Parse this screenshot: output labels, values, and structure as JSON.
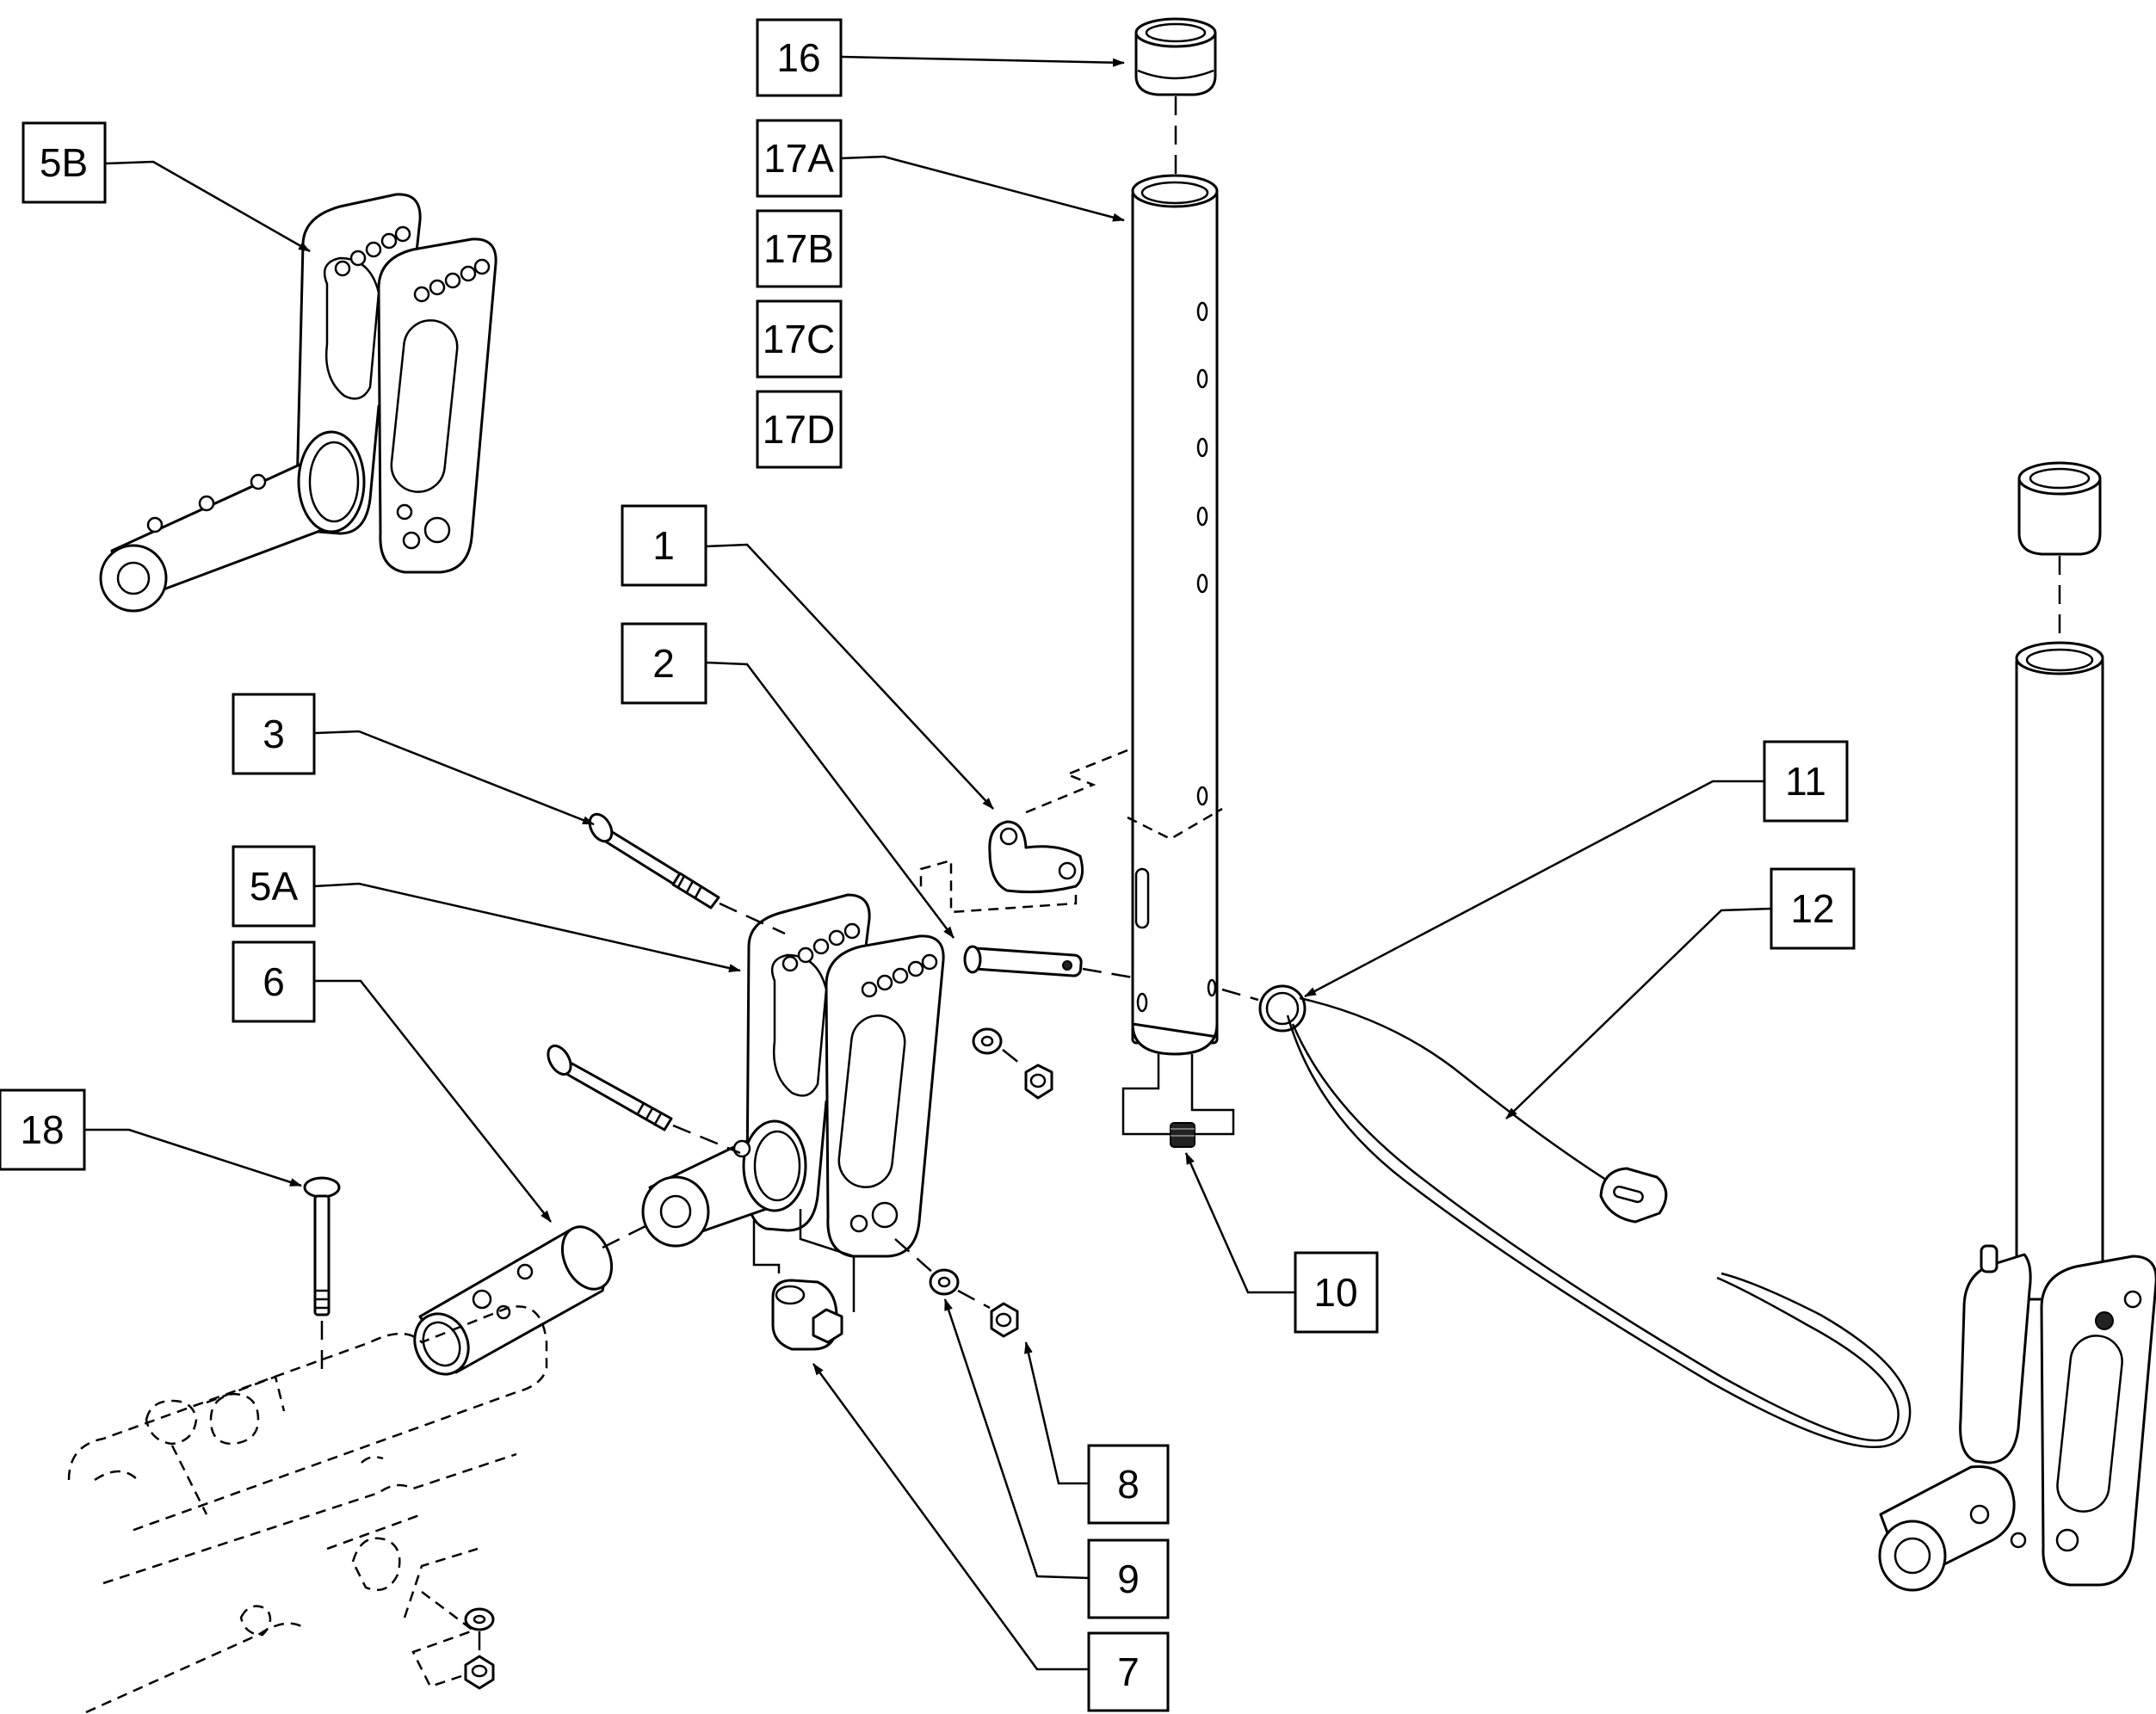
{
  "callouts": {
    "c16": "16",
    "c17a": "17A",
    "c17b": "17B",
    "c17c": "17C",
    "c17d": "17D",
    "c5b": "5B",
    "c1": "1",
    "c2": "2",
    "c3": "3",
    "c5a": "5A",
    "c6": "6",
    "c18": "18",
    "c11": "11",
    "c12": "12",
    "c10": "10",
    "c8": "8",
    "c9": "9",
    "c7": "7"
  },
  "icons": {
    "arrowhead": "filled-triangle-arrowhead"
  },
  "colors": {
    "line": "#000000",
    "background": "#ffffff"
  }
}
